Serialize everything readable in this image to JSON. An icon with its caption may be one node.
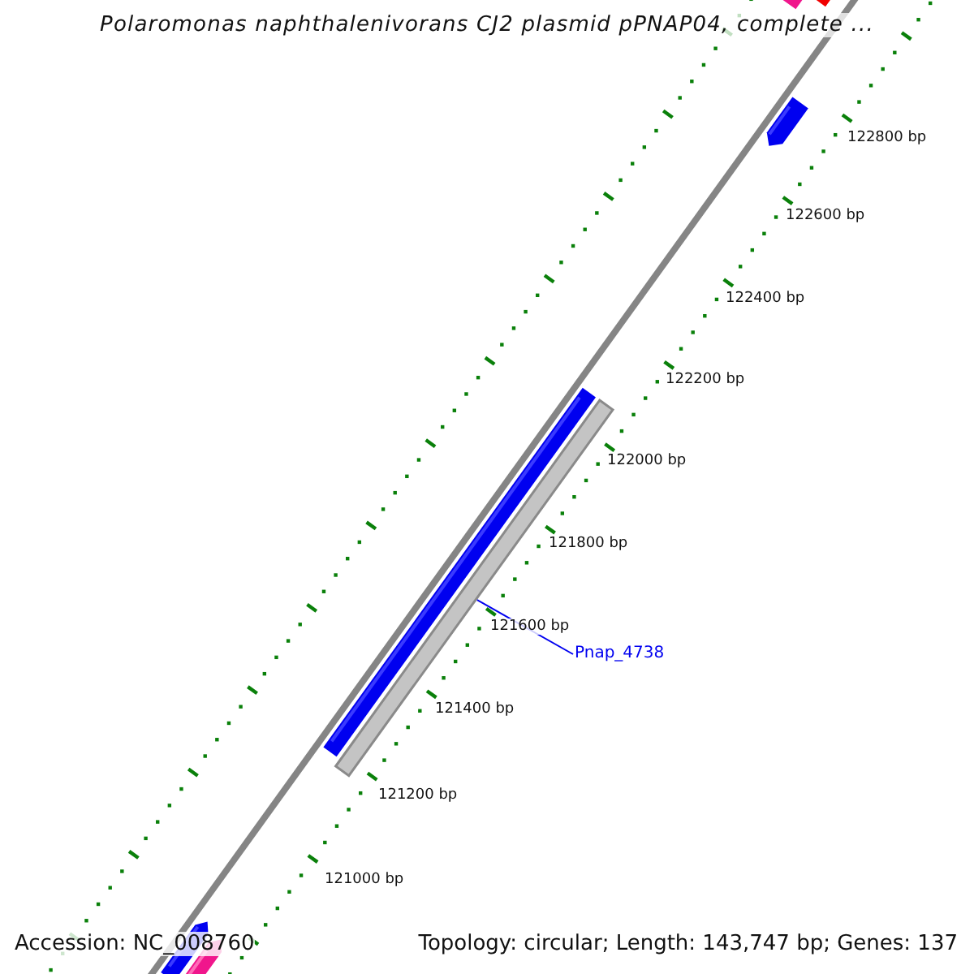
{
  "diagram": {
    "title": "Polaromonas naphthalenivorans CJ2 plasmid pPNAP04, complete ...",
    "nodes": [
      {
        "text": [
          "Pnap_4738"
        ]
      },
      {
        "text": [],
        "shape": "bar"
      }
    ],
    "edges": [
      {
        "from": 0,
        "to": 1,
        "arrow": "none"
      }
    ],
    "labels": [
      "122800 bp",
      "122600 bp",
      "122400 bp",
      "122200 bp",
      "122000 bp",
      "121800 bp",
      "121600 bp",
      "121400 bp",
      "121200 bp",
      "121000 bp",
      "Accession: NC_008760",
      "Topology: circular; Length: 143,747 bp; Genes: 137"
    ]
  }
}
